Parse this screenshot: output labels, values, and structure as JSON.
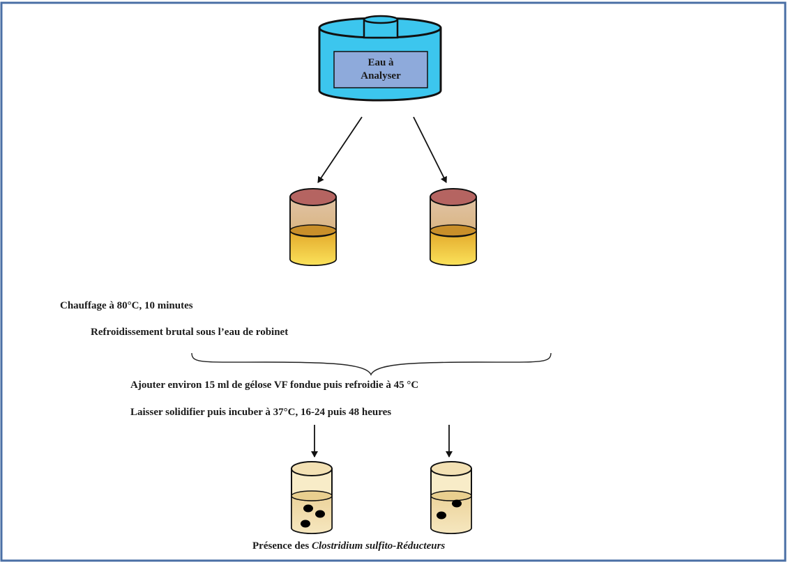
{
  "container_label_line1": "Eau à",
  "container_label_line2": "Analyser",
  "step_heating": "Chauffage à 80°C, 10 minutes",
  "step_cooling": "Refroidissement brutal sous l’eau de robinet",
  "step_add_agar": "Ajouter environ 15 ml de gélose VF fondue puis refroidie à 45 °C",
  "step_incubate": "Laisser solidifier puis incuber à 37°C, 16-24 puis 48 heures",
  "result_prefix": "Présence des ",
  "result_organism": "Clostridium sulfito-Réducteurs",
  "colors": {
    "frame_border": "#4a6fa5",
    "container_fill": "#3cc6ee",
    "container_label_fill": "#8eaadb",
    "tube_cap": "#b56461",
    "liquid": "#f0c030",
    "agar_light": "#f2deb0",
    "colony": "#000000"
  }
}
